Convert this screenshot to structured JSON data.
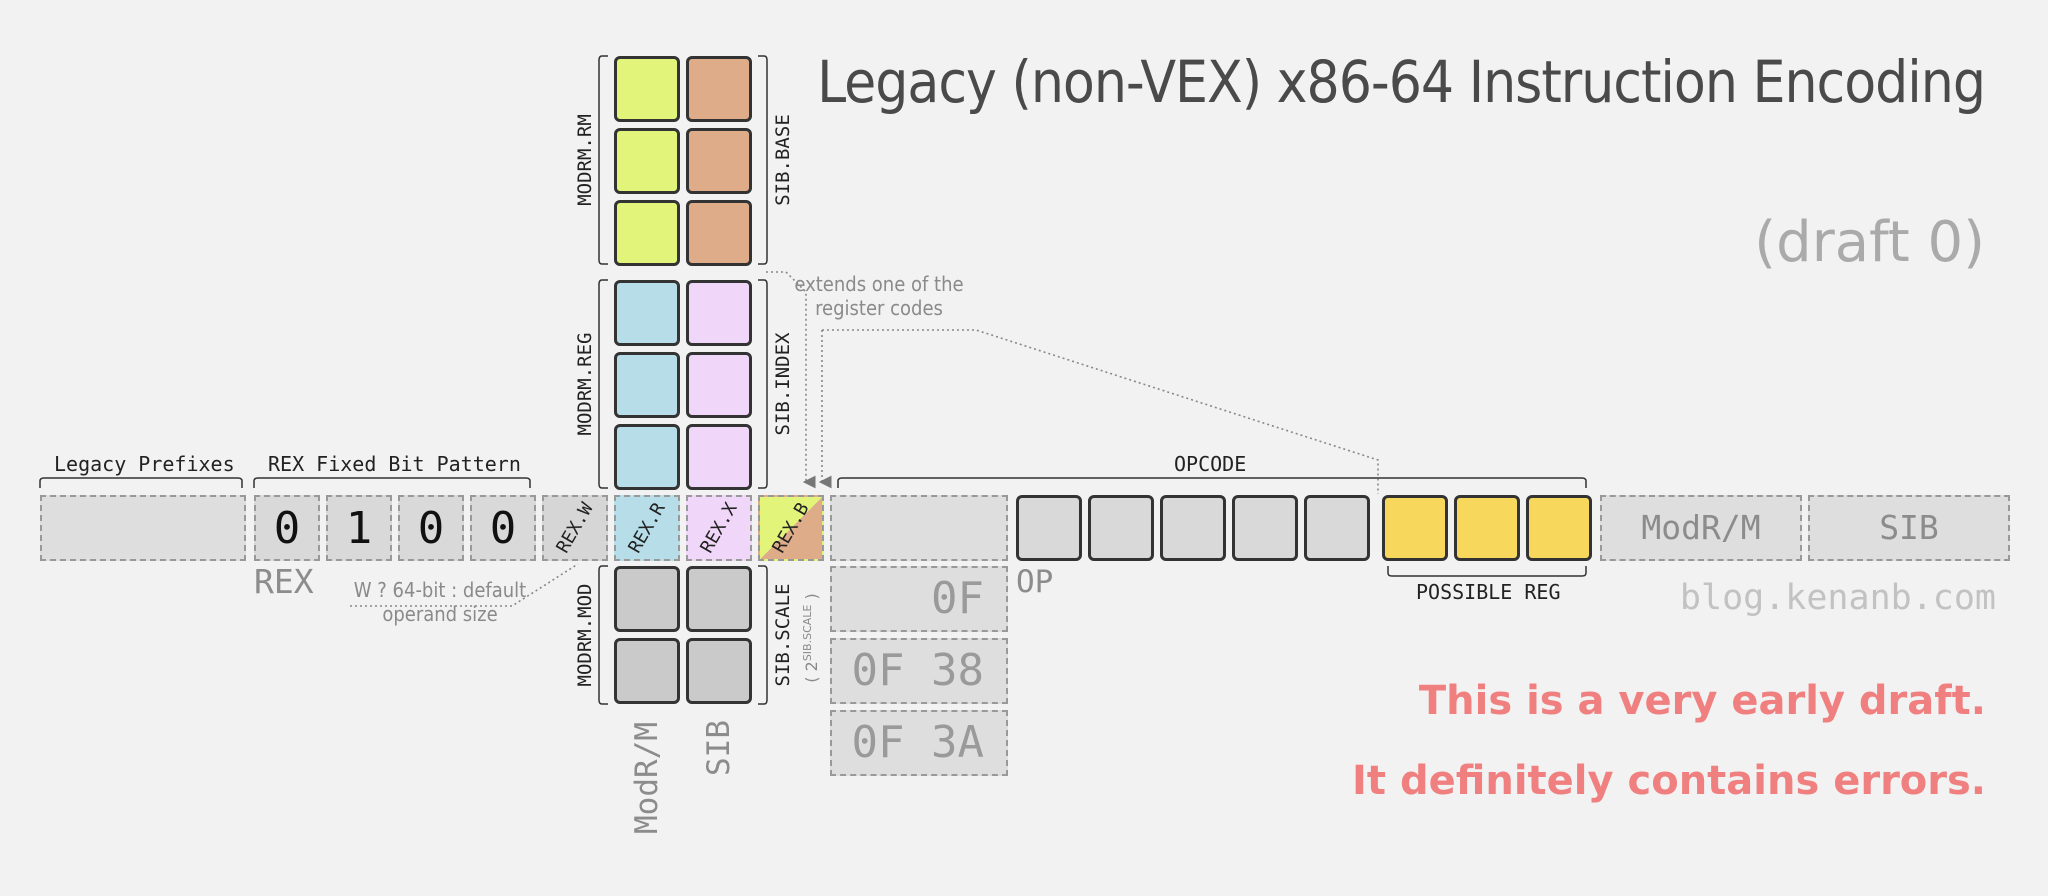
{
  "title": "Legacy (non-VEX) x86-64 Instruction Encoding",
  "draft": "(draft 0)",
  "site": "blog.kenanb.com",
  "warnings": [
    "This is a very early draft.",
    "It definitely contains errors."
  ],
  "labels": {
    "legacy_prefixes": "Legacy Prefixes",
    "rex_fixed": "REX Fixed Bit Pattern",
    "rex": "REX",
    "opcode": "OPCODE",
    "op": "OP",
    "possible_reg": "POSSIBLE REG",
    "modrm": "ModR/M",
    "sib": "SIB",
    "modrm_rm": "MODRM.RM",
    "modrm_reg": "MODRM.REG",
    "modrm_mod": "MODRM.MOD",
    "sib_base": "SIB.BASE",
    "sib_index": "SIB.INDEX",
    "sib_scale": "SIB.SCALE",
    "sib_scale_sub_open": "( 2",
    "sib_scale_sub_sup": "SIB.SCALE",
    "sib_scale_sub_close": " )",
    "vert_modrm": "ModR/M",
    "vert_sib": "SIB"
  },
  "rex_bits": [
    "0",
    "1",
    "0",
    "0"
  ],
  "rex_fields": [
    "REX.W",
    "REX.R",
    "REX.X",
    "REX.B"
  ],
  "escapes": [
    "0F",
    "0F 38",
    "0F 3A"
  ],
  "notes": {
    "w_line1": "W ? 64-bit : default",
    "w_line2": "operand size",
    "ext_line1": "extends one of the",
    "ext_line2": "register codes"
  },
  "colors": {
    "rm": "#e2f57a",
    "base": "#dfac8a",
    "reg": "#b7dde8",
    "index": "#f0d6f8",
    "mod": "#cacaca",
    "rex_b": "#e2f57a",
    "reg_opcode": "#f8d85c",
    "warn": "#f08080"
  }
}
